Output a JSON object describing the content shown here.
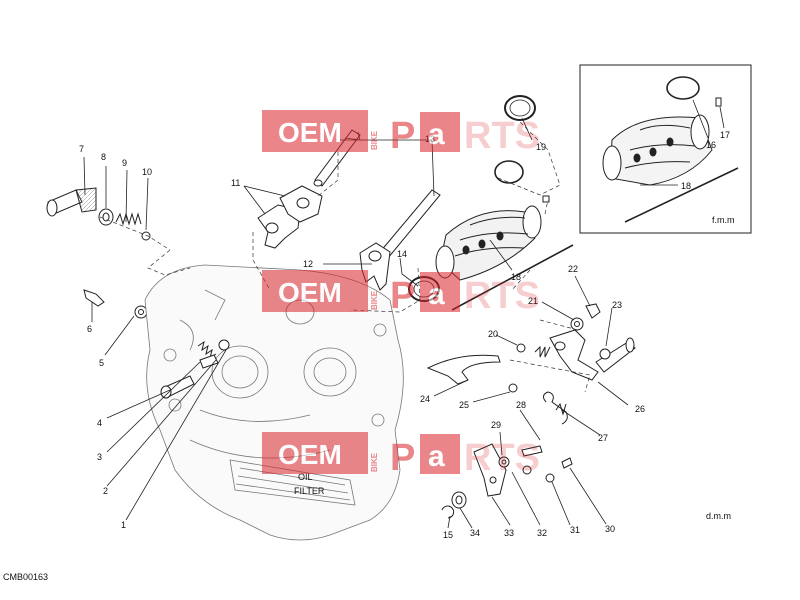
{
  "diagram": {
    "code": "CMB00163",
    "notes": {
      "inset": "f.m.m",
      "main": "d.m.m"
    },
    "watermark": {
      "oem": "OEM",
      "bike": "BIKE",
      "p": "P",
      "a": "a",
      "rts": "RTS",
      "color": "#d9252b"
    },
    "engine_label": {
      "oil": "OIL",
      "filter": "FILTER"
    },
    "callouts": [
      {
        "id": "c7",
        "text": "7"
      },
      {
        "id": "c8",
        "text": "8"
      },
      {
        "id": "c9",
        "text": "9"
      },
      {
        "id": "c10",
        "text": "10"
      },
      {
        "id": "c11",
        "text": "11"
      },
      {
        "id": "c13",
        "text": "13"
      },
      {
        "id": "c19",
        "text": "19"
      },
      {
        "id": "c12",
        "text": "12"
      },
      {
        "id": "c14",
        "text": "14"
      },
      {
        "id": "c18a",
        "text": "18"
      },
      {
        "id": "c6",
        "text": "6"
      },
      {
        "id": "c5",
        "text": "5"
      },
      {
        "id": "c4",
        "text": "4"
      },
      {
        "id": "c3",
        "text": "3"
      },
      {
        "id": "c2",
        "text": "2"
      },
      {
        "id": "c1",
        "text": "1"
      },
      {
        "id": "c22",
        "text": "22"
      },
      {
        "id": "c21",
        "text": "21"
      },
      {
        "id": "c23",
        "text": "23"
      },
      {
        "id": "c20",
        "text": "20"
      },
      {
        "id": "c24",
        "text": "24"
      },
      {
        "id": "c25",
        "text": "25"
      },
      {
        "id": "c28",
        "text": "28"
      },
      {
        "id": "c26",
        "text": "26"
      },
      {
        "id": "c29",
        "text": "29"
      },
      {
        "id": "c27",
        "text": "27"
      },
      {
        "id": "c15",
        "text": "15"
      },
      {
        "id": "c34",
        "text": "34"
      },
      {
        "id": "c33",
        "text": "33"
      },
      {
        "id": "c32",
        "text": "32"
      },
      {
        "id": "c31",
        "text": "31"
      },
      {
        "id": "c30",
        "text": "30"
      },
      {
        "id": "c16",
        "text": "16"
      },
      {
        "id": "c17",
        "text": "17"
      },
      {
        "id": "c18b",
        "text": "18"
      }
    ]
  }
}
